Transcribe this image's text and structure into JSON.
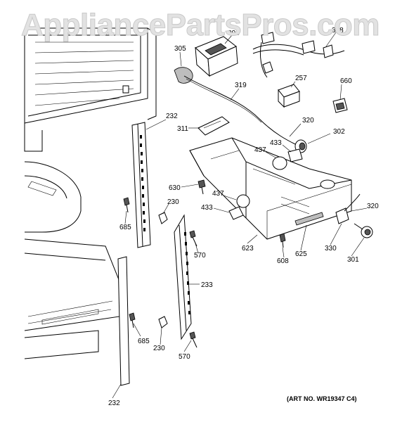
{
  "watermark": "AppliancePartsPros.com",
  "art_number": "(ART NO. WR19347 C4)",
  "callouts": {
    "c305": "305",
    "c304": "304",
    "c318": "318",
    "c319": "319",
    "c257": "257",
    "c660": "660",
    "c311": "311",
    "c320a": "320",
    "c302": "302",
    "c232a": "232",
    "c433a": "433",
    "c437a": "437",
    "c630": "630",
    "c437b": "437",
    "c230a": "230",
    "c433b": "433",
    "c685a": "685",
    "c570a": "570",
    "c320b": "320",
    "c623": "623",
    "c625": "625",
    "c608": "608",
    "c330": "330",
    "c301": "301",
    "c233": "233",
    "c685b": "685",
    "c230b": "230",
    "c570b": "570",
    "c232b": "232"
  }
}
